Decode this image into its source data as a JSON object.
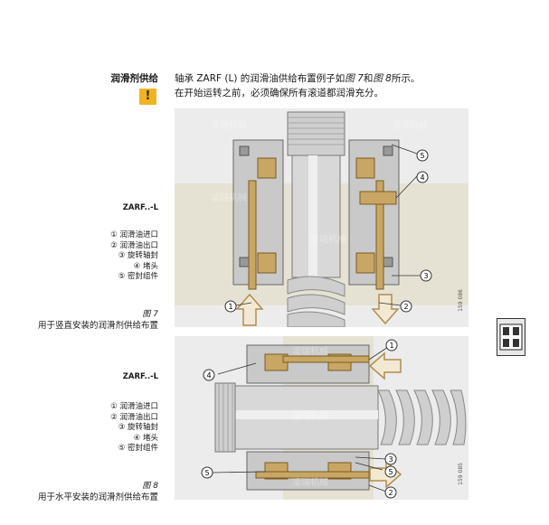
{
  "section": {
    "title": "润滑剂供给",
    "warning_icon": "warning-exclamation-icon",
    "warning_glyph": "!",
    "text_part1": "轴承 ZARF (L) 的润滑油供给布置例子如",
    "fig7_ref": "图 7",
    "text_and": "和",
    "fig8_ref": "图 8",
    "text_part2": "所示。",
    "text_line2": "在开始运转之前，必须确保所有滚道都润滑充分。"
  },
  "figure7": {
    "model": "ZARF..-L",
    "legend": [
      "① 润滑油进口",
      "② 润滑油出口",
      "③ 旋转轴封",
      "④ 堵头",
      "⑤ 密封组件"
    ],
    "number": "图 7",
    "caption": "用于竖直安装的润滑剂供给布置",
    "code": "159 086",
    "callouts": [
      "1",
      "2",
      "3",
      "4",
      "5"
    ]
  },
  "figure8": {
    "model": "ZARF..-L",
    "legend": [
      "① 润滑油进口",
      "② 润滑油出口",
      "③ 旋转轴封",
      "④ 堵头",
      "⑤ 密封组件"
    ],
    "number": "图 8",
    "caption": "用于水平安装的润滑剂供给布置",
    "code": "159 085",
    "callouts": [
      "1",
      "2",
      "3",
      "4",
      "5"
    ]
  },
  "colors": {
    "warning": "#f0b323",
    "background_beige": "#e6e2d3",
    "steel_gray": "#c9c9c9",
    "channel_gold": "#c8a664",
    "arrow_fill": "#f3e9d2",
    "arrow_stroke": "#b08c50"
  },
  "side_thumbnail": "bearing-thumbnail-icon"
}
